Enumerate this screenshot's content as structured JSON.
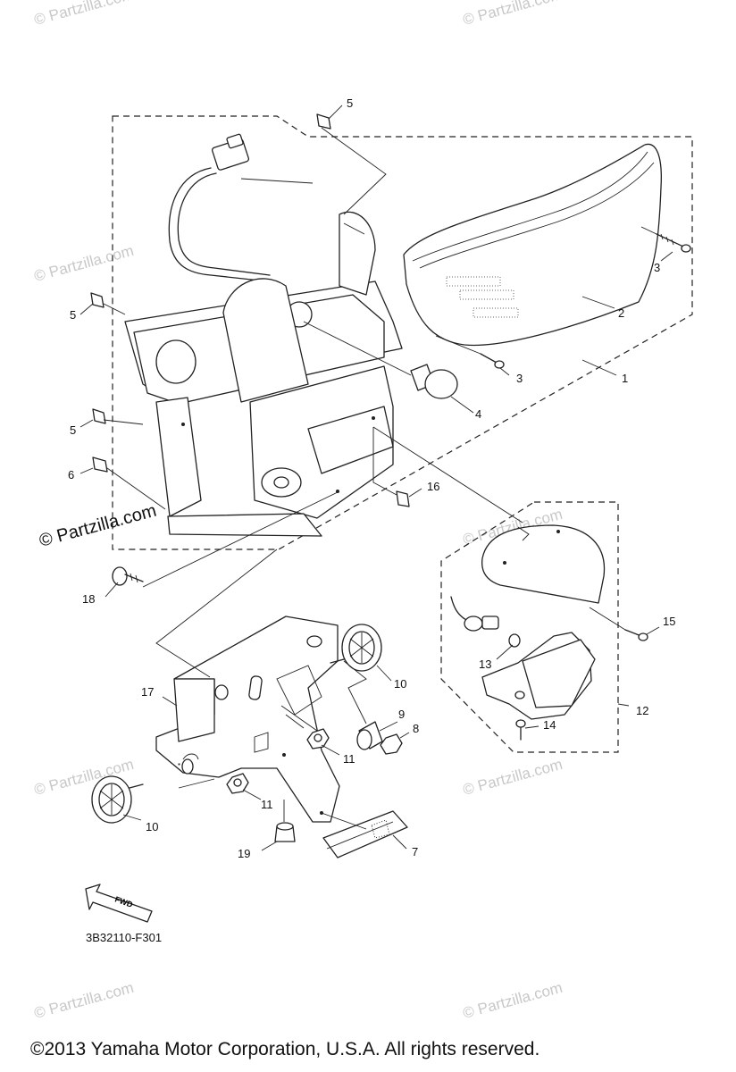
{
  "watermark": {
    "text": "© Partzilla.com",
    "prominent_text": "© Partzilla.com"
  },
  "callouts": [
    {
      "id": "c1",
      "label": "1"
    },
    {
      "id": "c2",
      "label": "2"
    },
    {
      "id": "c3a",
      "label": "3"
    },
    {
      "id": "c3b",
      "label": "3"
    },
    {
      "id": "c4",
      "label": "4"
    },
    {
      "id": "c5a",
      "label": "5"
    },
    {
      "id": "c5b",
      "label": "5"
    },
    {
      "id": "c5c",
      "label": "5"
    },
    {
      "id": "c6",
      "label": "6"
    },
    {
      "id": "c7",
      "label": "7"
    },
    {
      "id": "c8",
      "label": "8"
    },
    {
      "id": "c9",
      "label": "9"
    },
    {
      "id": "c10a",
      "label": "10"
    },
    {
      "id": "c10b",
      "label": "10"
    },
    {
      "id": "c11a",
      "label": "11"
    },
    {
      "id": "c11b",
      "label": "11"
    },
    {
      "id": "c12",
      "label": "12"
    },
    {
      "id": "c13",
      "label": "13"
    },
    {
      "id": "c14",
      "label": "14"
    },
    {
      "id": "c15",
      "label": "15"
    },
    {
      "id": "c16",
      "label": "16"
    },
    {
      "id": "c17",
      "label": "17"
    },
    {
      "id": "c18",
      "label": "18"
    },
    {
      "id": "c19",
      "label": "19"
    }
  ],
  "fwd_label": "FWD",
  "diagram_code": "3B32110-F301",
  "copyright": "©2013  Yamaha Motor Corporation, U.S.A. All rights reserved."
}
